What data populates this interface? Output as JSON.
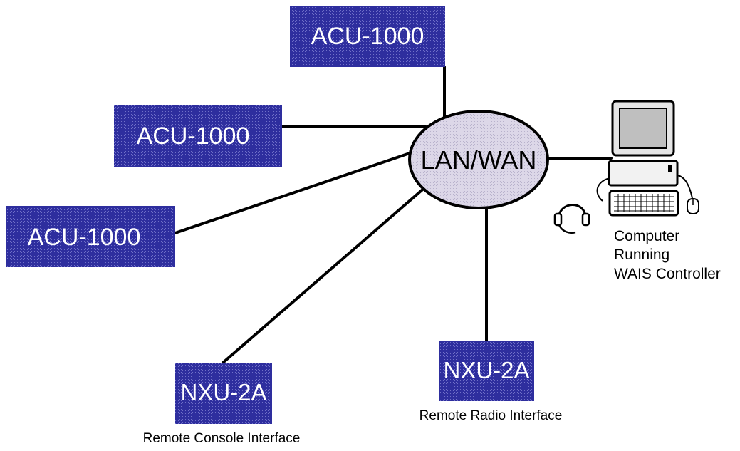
{
  "colors": {
    "device_fill": "#2E2E9E",
    "hub_fill": "#DCD7E8",
    "line": "#000000",
    "background": "#FFFFFF"
  },
  "hub": {
    "label": "LAN/WAN"
  },
  "devices": {
    "acu_top": "ACU-1000",
    "acu_middle": "ACU-1000",
    "acu_left": "ACU-1000",
    "nxu_console": "NXU-2A",
    "nxu_radio": "NXU-2A"
  },
  "captions": {
    "remote_console": "Remote Console Interface",
    "remote_radio": "Remote Radio Interface",
    "computer_line1": "Computer",
    "computer_line2": "Running",
    "computer_line3": "WAIS Controller"
  },
  "icons": {
    "computer": "computer-icon",
    "headset": "headset-icon",
    "mouse": "mouse-icon"
  }
}
